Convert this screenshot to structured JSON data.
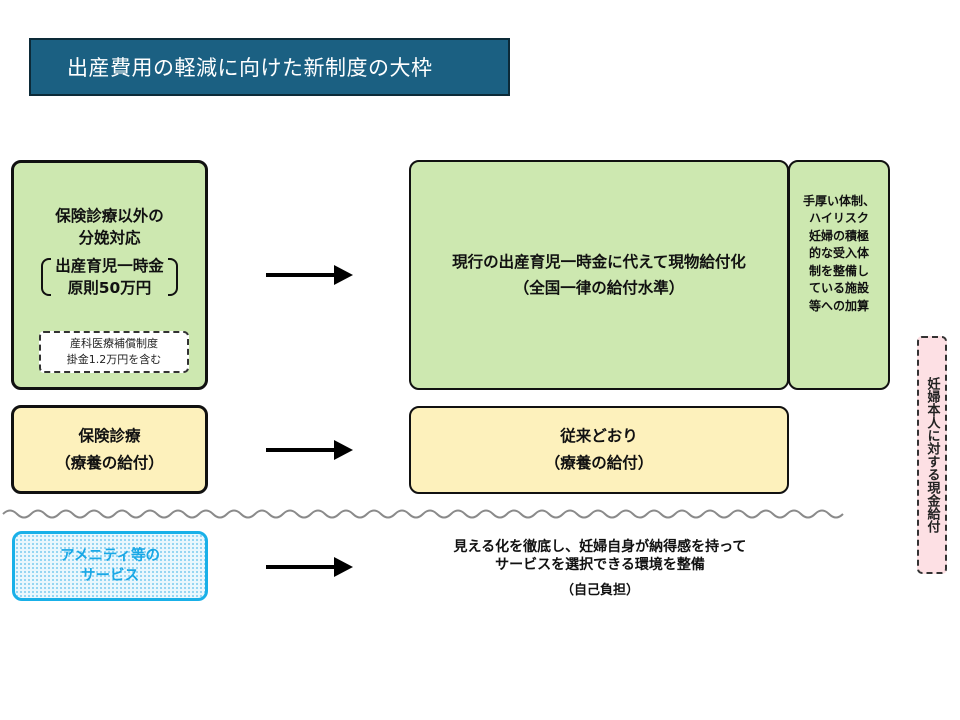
{
  "title": "出産費用の軽減に向けた新制度の大枠",
  "left_column": {
    "delivery_box": {
      "line1": "保険診療以外の",
      "line2": "分娩対応",
      "bracket_line1": "出産育児一時金",
      "bracket_line2": "原則50万円",
      "note_line1": "産科医療補償制度",
      "note_line2": "掛金1.2万円を含む"
    },
    "insurance_box": {
      "line1": "保険診療",
      "line2": "（療養の給付）"
    },
    "amenity_box": {
      "line1": "アメニティ等の",
      "line2": "サービス"
    }
  },
  "right_column": {
    "main_box": {
      "line1": "現行の出産育児一時金に代えて現物給付化",
      "line2": "（全国一律の給付水準）"
    },
    "side_box": {
      "lines": [
        "手厚い体制、",
        "ハイリスク",
        "妊婦の積極",
        "的な受入体",
        "制を整備し",
        "ている施設",
        "等への加算"
      ]
    },
    "insurance_box": {
      "line1": "従来どおり",
      "line2": "（療養の給付）"
    },
    "amenity_desc": {
      "line1": "見える化を徹底し、妊婦自身が納得感を持って",
      "line2": "サービスを選択できる環境を整備",
      "line3": "（自己負担）"
    }
  },
  "cash_benefit": "妊婦本人に対する現金給付",
  "arrows": [
    "arrow-delivery",
    "arrow-insurance",
    "arrow-amenity"
  ],
  "colors": {
    "title_bg": "#1b6082",
    "green": "#cde8b0",
    "yellow": "#fdf1bc",
    "amenity_accent": "#19b0e8",
    "cash_bg": "#fde0e4"
  }
}
